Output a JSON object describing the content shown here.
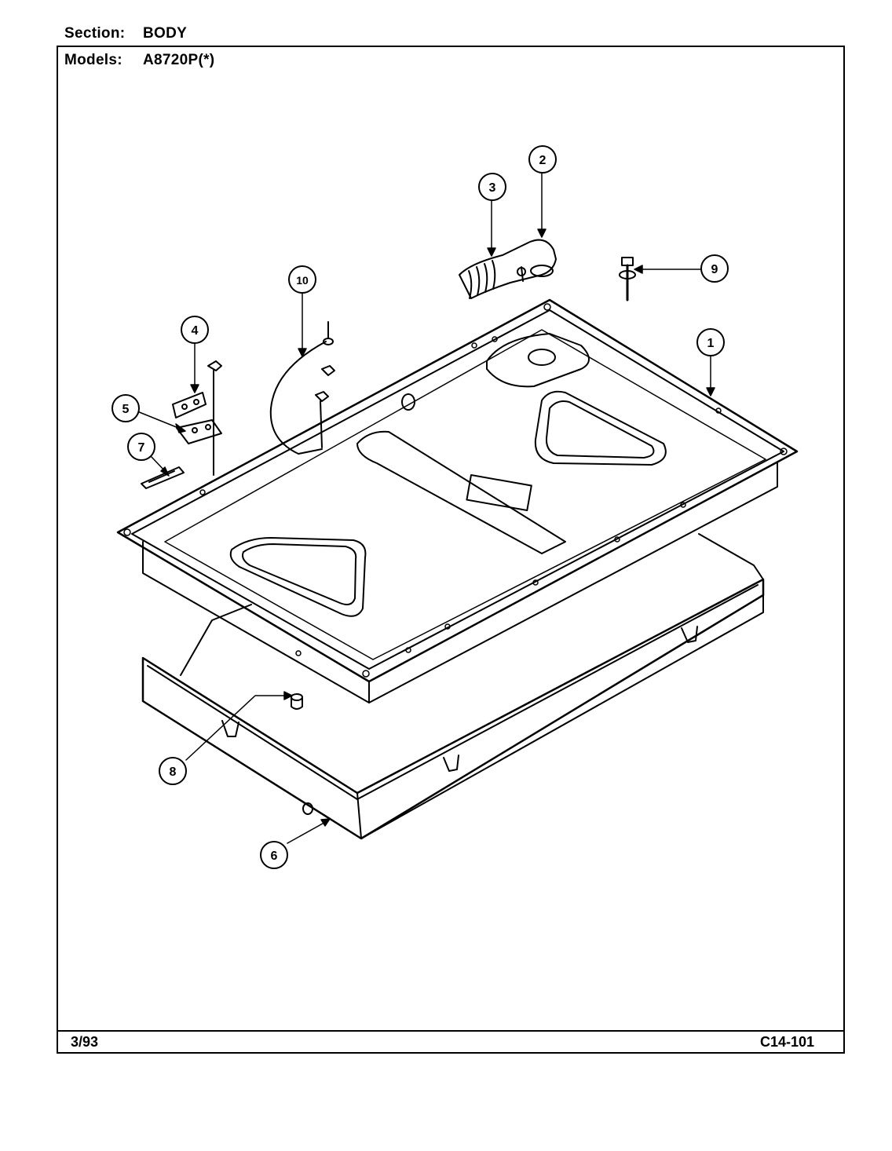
{
  "header": {
    "section_label": "Section:",
    "section_value": "BODY",
    "models_label": "Models:",
    "models_value": "A8720P(*)"
  },
  "footer": {
    "date": "3/93",
    "page_code": "C14-101"
  },
  "callouts": [
    "1",
    "2",
    "3",
    "4",
    "5",
    "6",
    "7",
    "8",
    "9",
    "10"
  ]
}
